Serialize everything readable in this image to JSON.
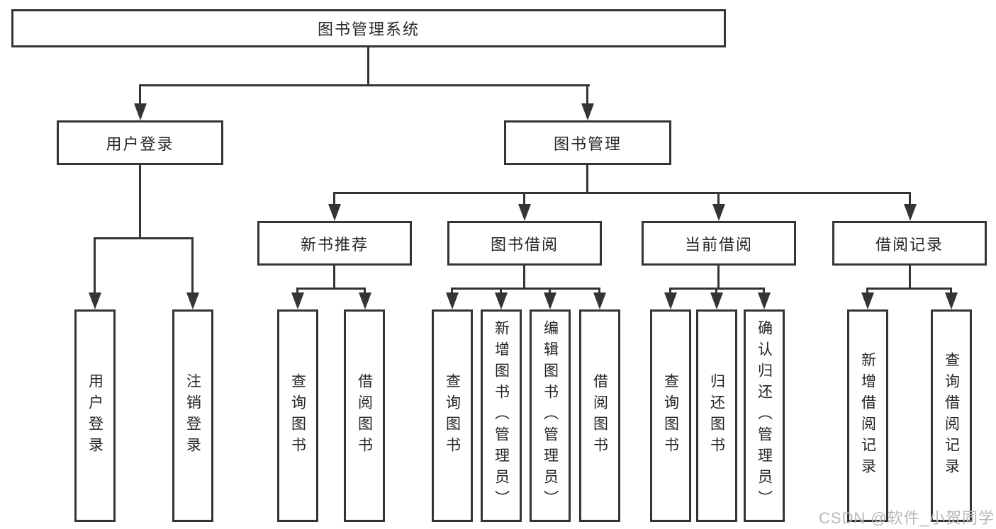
{
  "colors": {
    "line": "#343434",
    "box_border": "#343434",
    "text": "#262626",
    "watermark": "#b7b7ba",
    "background": "#ffffff"
  },
  "tree": {
    "root": {
      "label": "图书管理系统"
    },
    "level2": [
      {
        "label": "用户登录"
      },
      {
        "label": "图书管理"
      }
    ],
    "level3": [
      {
        "label": "新书推荐"
      },
      {
        "label": "图书借阅"
      },
      {
        "label": "当前借阅"
      },
      {
        "label": "借阅记录"
      }
    ],
    "leaves": {
      "login": [
        "用户登录",
        "注销登录"
      ],
      "recommend": [
        "查询图书",
        "借阅图书"
      ],
      "borrow": [
        "查询图书",
        "新增图书（管理员）",
        "编辑图书（管理员）",
        "借阅图书"
      ],
      "current": [
        "查询图书",
        "归还图书",
        "确认归还（管理员）"
      ],
      "records": [
        "新增借阅记录",
        "查询借阅记录"
      ]
    }
  },
  "watermark": {
    "text": "CSDN @软件_小贺同学"
  }
}
